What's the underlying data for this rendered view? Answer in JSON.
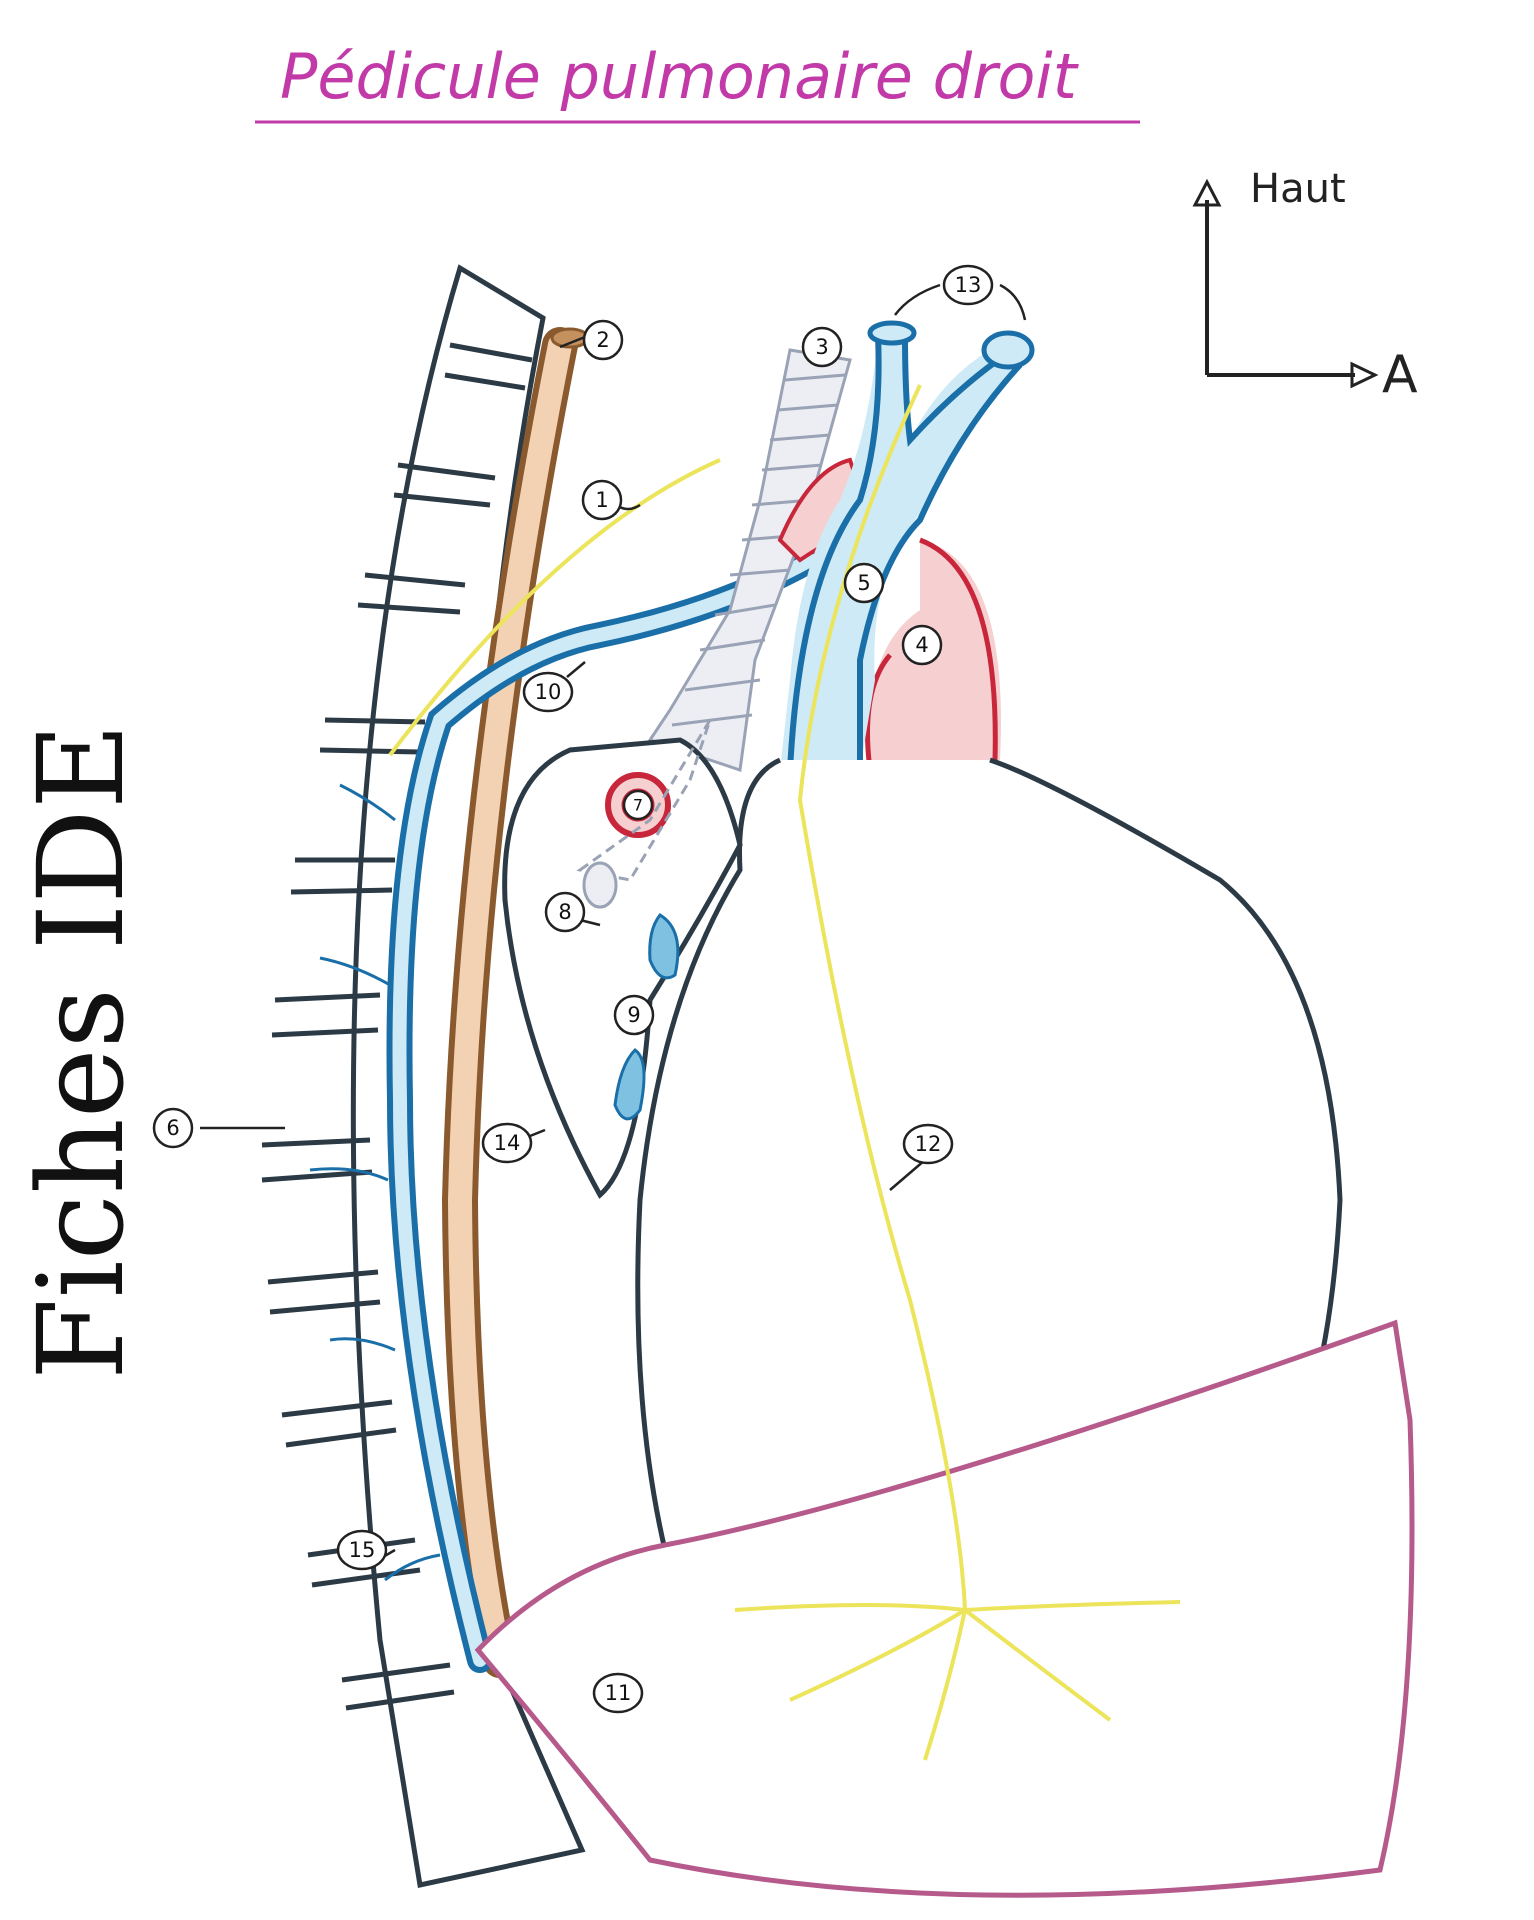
{
  "title": "Pédicule pulmonaire droit",
  "watermark": "Fiches IDE",
  "orientation": {
    "up": "Haut",
    "anterior": "A"
  },
  "labels": [
    "1",
    "2",
    "3",
    "4",
    "5",
    "6",
    "7",
    "8",
    "9",
    "10",
    "11",
    "12",
    "13",
    "14",
    "15"
  ],
  "colors": {
    "title": "#c23aa8",
    "outline": "#2b3a45",
    "vein_blue": "#1a6fa8",
    "vein_fill": "#cdeaf6",
    "artery_red": "#c8263a",
    "artery_fill": "#f6d0d0",
    "nerve_yellow": "#ece45a",
    "esophagus_brown": "#8a5a2e",
    "diaphragm_pink": "#b65a8c",
    "trachea_grey": "#9aa3b5"
  }
}
